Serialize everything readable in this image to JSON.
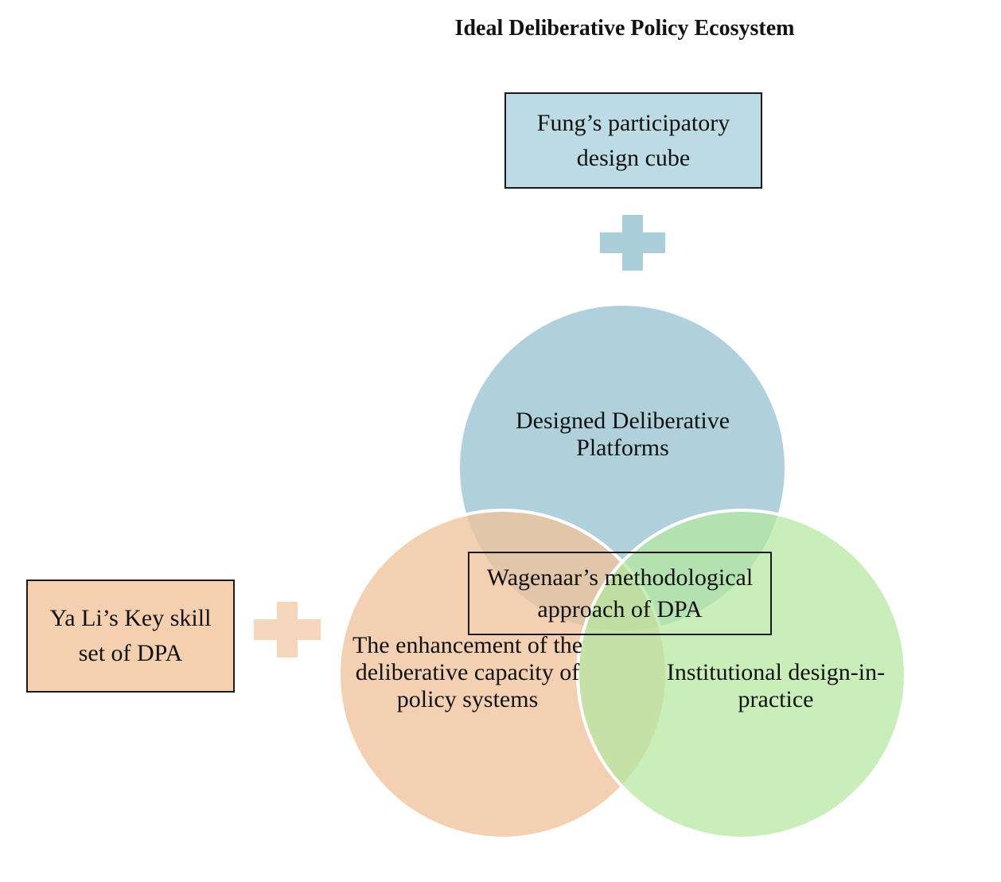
{
  "title": "Ideal Deliberative Policy Ecosystem",
  "boxes": {
    "fung": "Fung’s participatory design cube",
    "yali": "Ya Li’s Key skill set of DPA",
    "wagenaar": "Wagenaar’s methodological approach of DPA"
  },
  "circles": {
    "top": "Designed Deliberative Platforms",
    "left": "The enhancement of the deliberative capacity of policy systems",
    "right": "Institutional design-in-practice"
  },
  "colors": {
    "blue": "#a9cdd9",
    "orange": "#f0c39c",
    "green": "#b4e8a0"
  }
}
